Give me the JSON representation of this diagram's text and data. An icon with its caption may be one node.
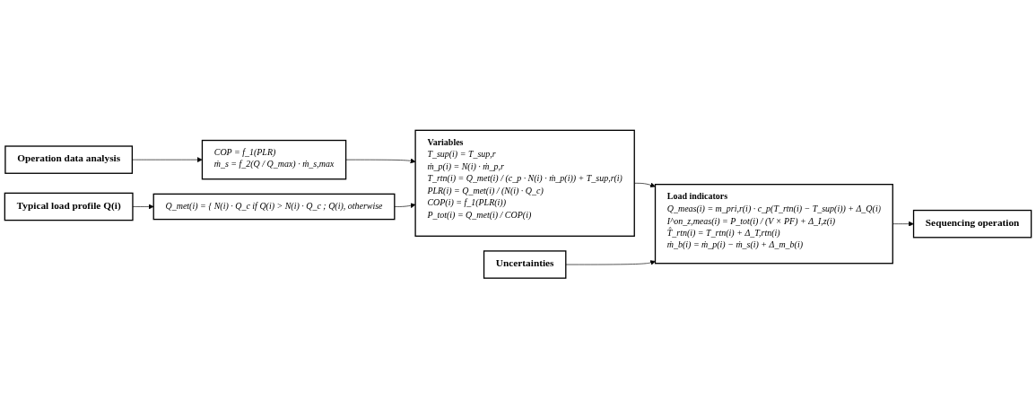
{
  "diagram": {
    "nodes": [
      {
        "text": [
          "Operation data analysis"
        ]
      },
      {
        "text": [
          "COP = f_1(PLR)",
          "ṁ_s = f_2(Q / Q_max) · ṁ_s,max"
        ]
      },
      {
        "text": [
          "Typical load profile Q(i)"
        ]
      },
      {
        "text": [
          "Q_met(i) = { N(i) · Q_c if Q(i) > N(i) · Q_c ; Q(i), otherwise"
        ]
      },
      {
        "text": [
          "Variables",
          "T_sup(i) = T_sup,r",
          "ṁ_p(i) = N(i) · ṁ_p,r",
          "T_rtn(i) = Q_met(i) / (c_p · N(i) · ṁ_p(i)) + T_sup,r(i)",
          "PLR(i) = Q_met(i) / (N(i) · Q_c)",
          "COP(i) = f_1(PLR(i))",
          "P_tot(i) = Q_met(i) / COP(i)"
        ]
      },
      {
        "text": [
          "Uncertainties"
        ]
      },
      {
        "text": [
          "Load indicators",
          "Q_meas(i) = m_pri,r(i) · c_p(T_rtn(i) − T_sup(i)) + Δ_Q(i)",
          "I^on_z,meas(i) = P_tot(i) / (V × PF) + Δ_I,z(i)",
          "T̂_rtn(i) = T_rtn(i) + Δ_T,rtn(i)",
          "ṁ_b(i) = ṁ_p(i) − ṁ_s(i) + Δ_m_b(i)"
        ]
      },
      {
        "text": [
          "Sequencing operation"
        ]
      }
    ],
    "edges": [
      {
        "from": 0,
        "to": 1,
        "arrow": "to"
      },
      {
        "from": 1,
        "to": 4,
        "arrow": "to"
      },
      {
        "from": 2,
        "to": 3,
        "arrow": "to"
      },
      {
        "from": 3,
        "to": 4,
        "arrow": "to"
      },
      {
        "from": 4,
        "to": 6,
        "arrow": "to"
      },
      {
        "from": 5,
        "to": 6,
        "arrow": "to"
      },
      {
        "from": 6,
        "to": 7,
        "arrow": "to"
      }
    ]
  }
}
